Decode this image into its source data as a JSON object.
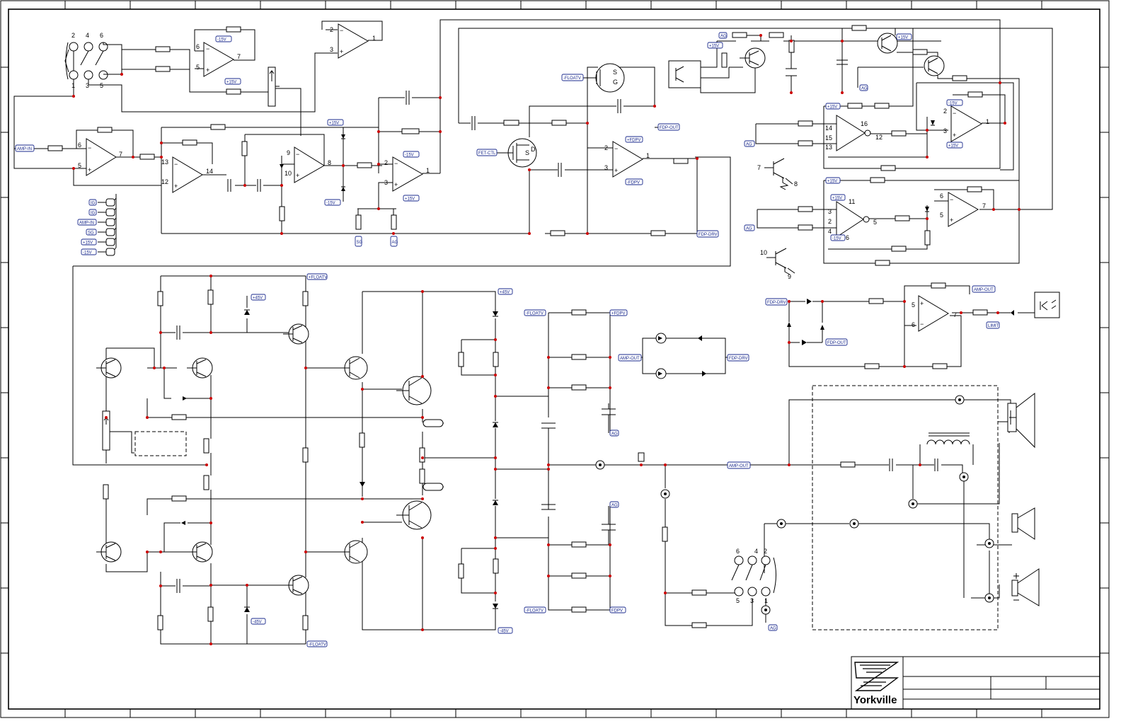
{
  "title_block": {
    "brand": "Yorkville"
  },
  "net_labels": {
    "amp_in": "AMP-IN",
    "plus15": "+15V",
    "minus15": "-15V",
    "ig": "IG",
    "sg": "SG",
    "ag": "AG",
    "fet_ctl": "FET-CTL",
    "minus_floatv": "-FLOATV",
    "plus_floatv": "+FLOATV",
    "fdp_out": "FDP-OUT",
    "fdp_drv": "FDP-DRV",
    "plus_fdpv": "+FDPV",
    "minus_fdpv": "-FDPV",
    "fdpv": "FDPV",
    "plus45": "+45V",
    "minus45": "-45V",
    "amp_out": "AMP-OUT",
    "limit": "LIMIT"
  },
  "pins": {
    "p1": "1",
    "p2": "2",
    "p3": "3",
    "p4": "4",
    "p5": "5",
    "p6": "6",
    "p7": "7",
    "p8": "8",
    "p9": "9",
    "p10": "10",
    "p11": "11",
    "p12": "12",
    "p13": "13",
    "p14": "14",
    "p15": "15",
    "p16": "16",
    "s": "S",
    "d": "D",
    "g": "G"
  },
  "colors": {
    "wire": "#000000",
    "junction": "#cc0000",
    "net_label": "#1a2a8c",
    "frame": "#000000"
  }
}
